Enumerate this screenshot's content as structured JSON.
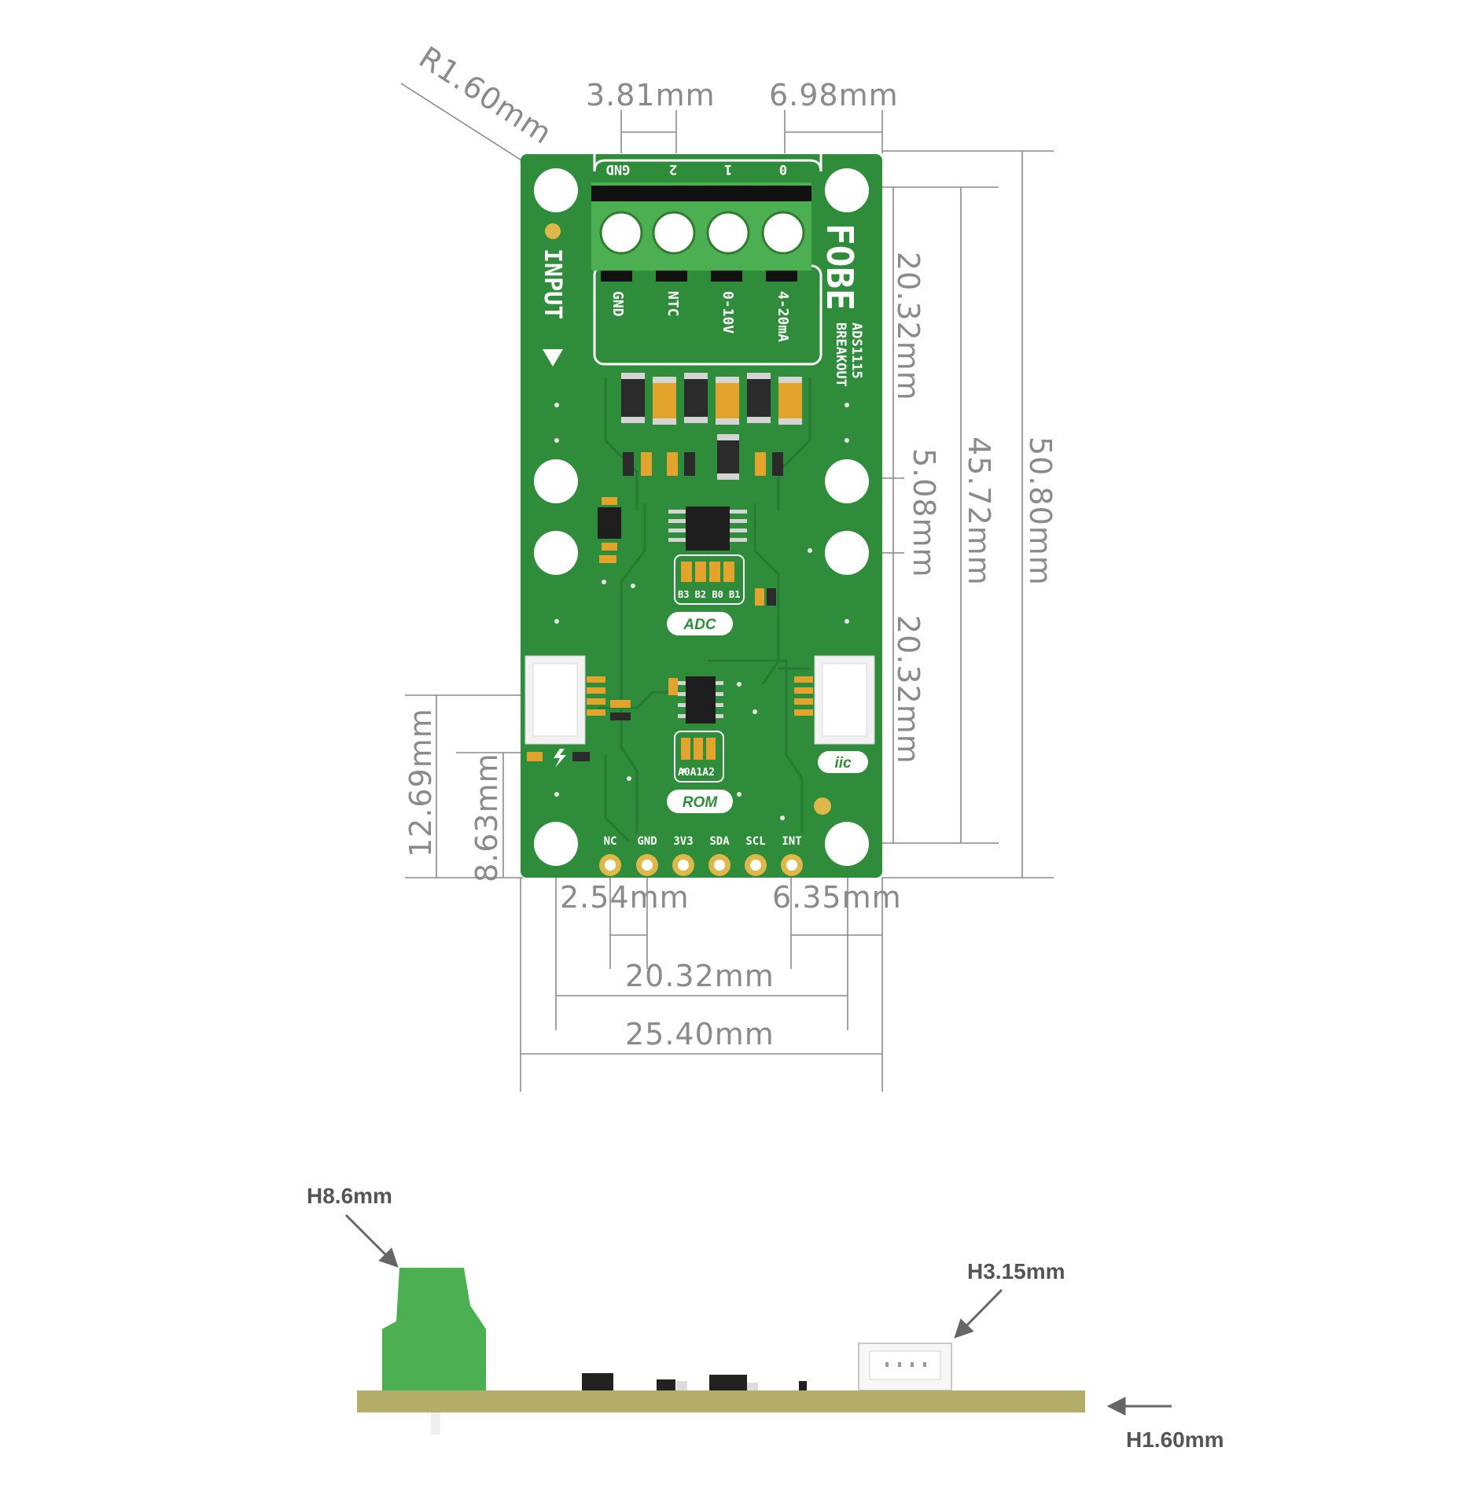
{
  "dimensions": {
    "corner_radius": "R1.60mm",
    "terminal_pitch": "3.81mm",
    "terminal_offset": "6.98mm",
    "top_hole_to_mid": "20.32mm",
    "mid_hole_gap": "5.08mm",
    "mid_to_bottom_hole": "20.32mm",
    "hole_span_vertical": "45.72mm",
    "board_height": "50.80mm",
    "connector_height": "12.69mm",
    "connector_offset": "8.63mm",
    "header_pitch": "2.54mm",
    "header_offset": "6.35mm",
    "hole_span_horizontal": "20.32mm",
    "board_width": "25.40mm"
  },
  "board": {
    "terminal_top_labels": [
      "GND",
      "2",
      "1",
      "0"
    ],
    "terminal_bottom_labels": [
      "GND",
      "NTC",
      "0-10V",
      "4-20mA"
    ],
    "input_label": "INPUT",
    "logo": "FOBE",
    "product_line1": "BREAKOUT",
    "product_line2": "ADS1115",
    "adc_jumpers": "B3 B2 B0 B1",
    "adc_label": "ADC",
    "rom_jumpers": "A0A1A2",
    "rom_label": "ROM",
    "iic_label": "iic",
    "header_pins": [
      "NC",
      "GND",
      "3V3",
      "SDA",
      "SCL",
      "INT"
    ]
  },
  "side_view": {
    "terminal_height": "H8.6mm",
    "connector_height": "H3.15mm",
    "pcb_thickness": "H1.60mm"
  },
  "colors": {
    "pcb": "#2f8c3a",
    "terminal": "#4cb052",
    "side_pcb": "#b5ad6a",
    "dimension": "#8a8a8a"
  }
}
